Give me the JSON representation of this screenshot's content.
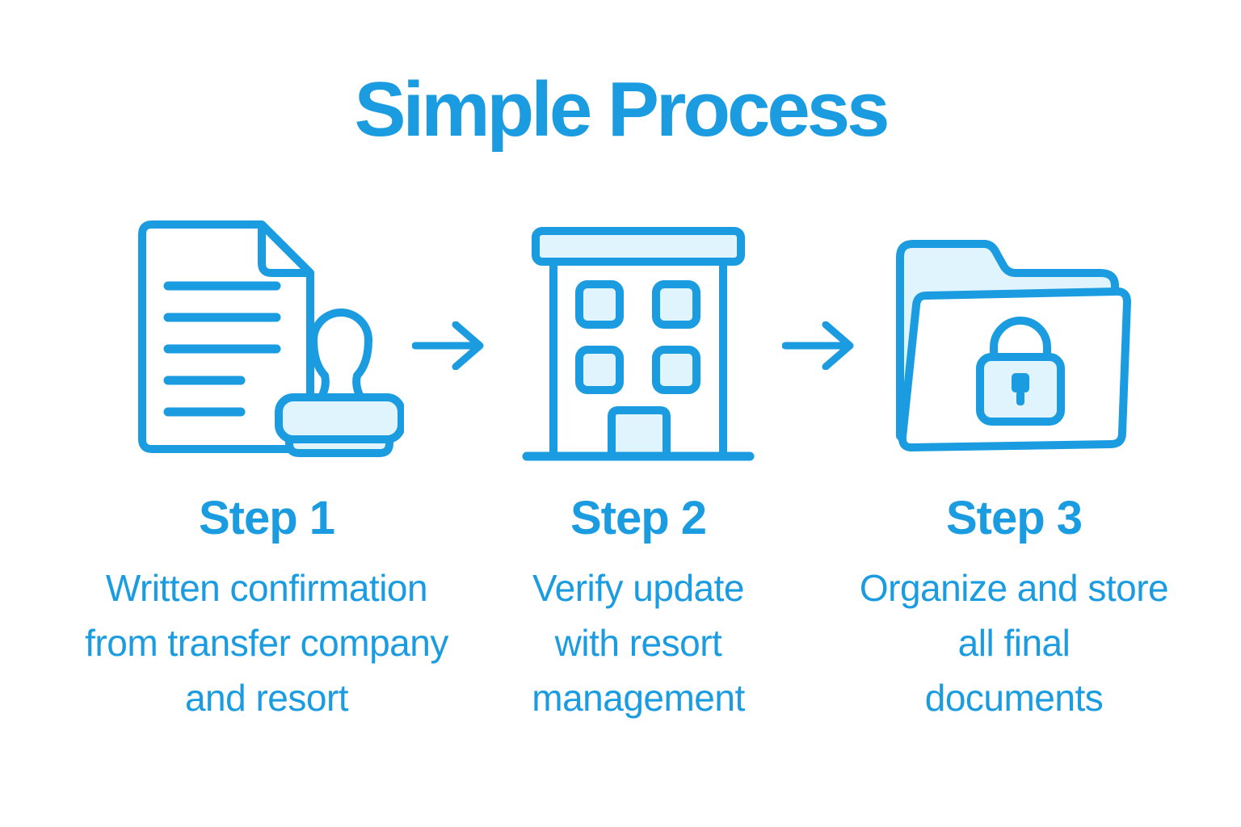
{
  "title": "Simple Process",
  "colors": {
    "accent": "#1b9ce1",
    "light_fill": "#dff4fc",
    "background": "#ffffff"
  },
  "icons": {
    "step1": "document-stamp-icon",
    "step2": "building-icon",
    "step3": "folder-lock-icon",
    "connector": "right-arrow-icon"
  },
  "steps": [
    {
      "label": "Step 1",
      "description": "Written confirmation from transfer company and resort",
      "lines": [
        "Written confirmation",
        "from transfer company",
        "and resort"
      ]
    },
    {
      "label": "Step 2",
      "description": "Verify update with resort management",
      "lines": [
        "Verify update",
        "with resort",
        "management"
      ]
    },
    {
      "label": "Step 3",
      "description": "Organize and store all final documents",
      "lines": [
        "Organize and store",
        "all final",
        "documents"
      ]
    }
  ]
}
